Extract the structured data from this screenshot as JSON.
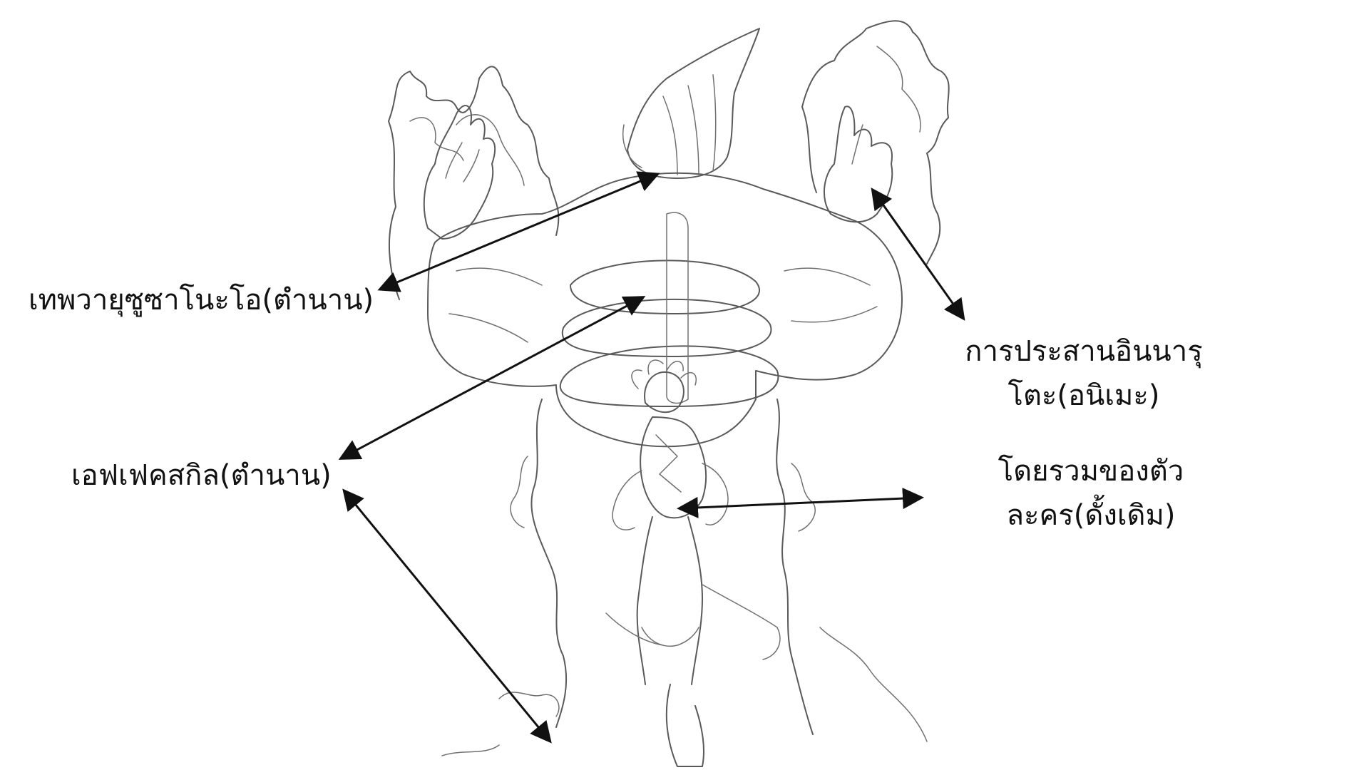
{
  "labels": {
    "susanoo": "เทพวายุซูซาโนะโอ(ตำนาน)",
    "effect": "เอฟเฟคสกิล(ตำนาน)",
    "integration_line1": "การประสานอินนารุ",
    "integration_line2": "โตะ(อนิเมะ)",
    "overall_line1": "โดยรวมของตัว",
    "overall_line2": "ละคร(ดั้งเดิม)"
  },
  "colors": {
    "background": "#ffffff",
    "sketch_line": "#5a5a5a",
    "arrow": "#111111",
    "text": "#111111"
  }
}
